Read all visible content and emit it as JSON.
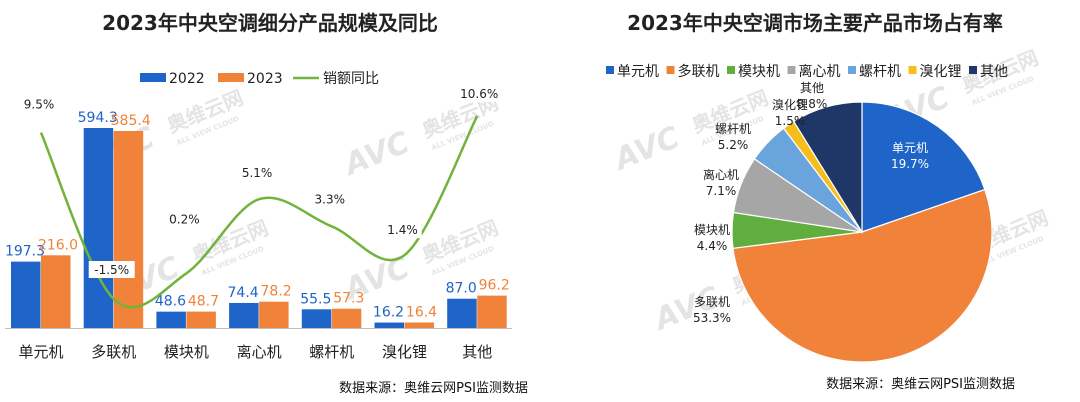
{
  "source_note": "数据来源：奥维云网PSI监测数据",
  "watermark": {
    "brand": "AVC",
    "cn": "奥维云网",
    "en": "ALL VIEW CLOUD"
  },
  "colors": {
    "y2022": "#1f64c8",
    "y2023": "#f08339",
    "yoy": "#71b33b",
    "label2022": "#1f64c8",
    "label2023": "#f08339"
  },
  "chart_data": [
    {
      "type": "bar",
      "title": "2023年中央空调细分产品规模及同比",
      "categories": [
        "单元机",
        "多联机",
        "模块机",
        "离心机",
        "螺杆机",
        "溴化锂",
        "其他"
      ],
      "series": [
        {
          "name": "2022",
          "values": [
            197.3,
            594.3,
            48.6,
            74.4,
            55.5,
            16.2,
            87.0
          ],
          "labels": [
            "197.3",
            "594.3",
            "48.6",
            "74.4",
            "55.5",
            "16.2",
            "87.0"
          ]
        },
        {
          "name": "2023",
          "values": [
            216.0,
            585.4,
            48.7,
            78.2,
            57.3,
            16.4,
            96.2
          ],
          "labels": [
            "216.0",
            "585.4",
            "48.7",
            "78.2",
            "57.3",
            "16.4",
            "96.2"
          ]
        }
      ],
      "line": {
        "name": "销额同比",
        "values": [
          9.5,
          -1.5,
          0.2,
          5.1,
          3.3,
          1.4,
          10.6
        ],
        "labels": [
          "9.5%",
          "-1.5%",
          "0.2%",
          "5.1%",
          "3.3%",
          "1.4%",
          "10.6%"
        ]
      },
      "legend": "top"
    },
    {
      "type": "pie",
      "title": "2023年中央空调市场主要产品市场占有率",
      "slices": [
        {
          "name": "单元机",
          "value": 19.7,
          "label": "19.7%",
          "color": "#1f64c8"
        },
        {
          "name": "多联机",
          "value": 53.3,
          "label": "53.3%",
          "color": "#f08339"
        },
        {
          "name": "模块机",
          "value": 4.4,
          "label": "4.4%",
          "color": "#5fae3e"
        },
        {
          "name": "离心机",
          "value": 7.1,
          "label": "7.1%",
          "color": "#a6a6a6"
        },
        {
          "name": "螺杆机",
          "value": 5.2,
          "label": "5.2%",
          "color": "#6aa4dc"
        },
        {
          "name": "溴化锂",
          "value": 1.5,
          "label": "1.5%",
          "color": "#f5be1c"
        },
        {
          "name": "其他",
          "value": 8.8,
          "label": "8.8%",
          "color": "#1e3766"
        }
      ],
      "legend": "top"
    }
  ]
}
